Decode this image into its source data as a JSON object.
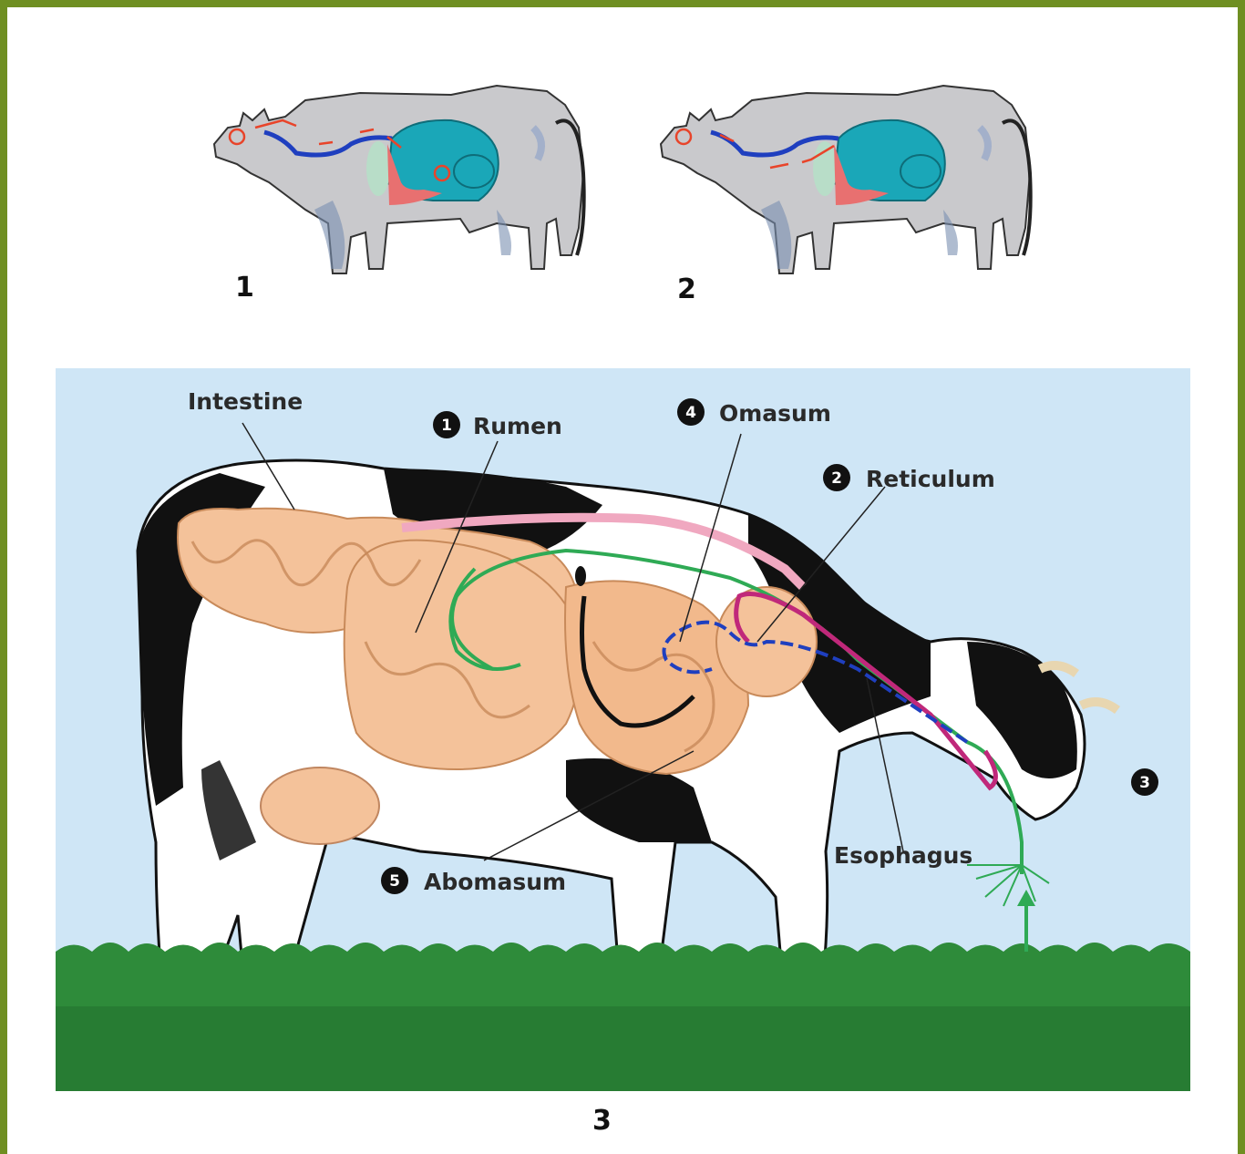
{
  "figures": [
    {
      "number": "1"
    },
    {
      "number": "2"
    },
    {
      "number": "3"
    }
  ],
  "labels": {
    "intestine": "Intestine",
    "rumen": {
      "num": "1",
      "text": "Rumen"
    },
    "omasum": {
      "num": "4",
      "text": "Omasum"
    },
    "reticulum": {
      "num": "2",
      "text": "Reticulum"
    },
    "abomasum": {
      "num": "5",
      "text": "Abomasum"
    },
    "esophagus": "Esophagus",
    "marker3": "3"
  },
  "colors": {
    "frame": "#6f8f22",
    "sky": "#cfe6f6",
    "grass": "#2e8b3a",
    "organ": "#f4c29a",
    "stomach_teal": "#1aa7b8",
    "esophagus_blue": "#1f3fbf",
    "flow_red": "#e8442a",
    "flow_green": "#2faa55",
    "flow_magenta": "#c0287a"
  }
}
